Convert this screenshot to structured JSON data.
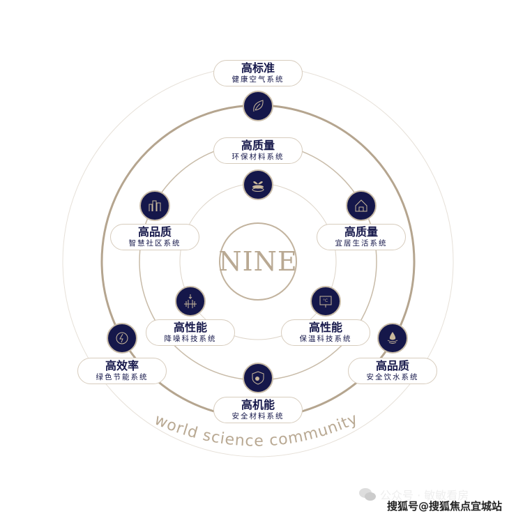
{
  "center_logo": "NINE",
  "tagline": "world science community",
  "colors": {
    "navy": "#15174a",
    "tan": "#b5a58f"
  },
  "nodes": [
    {
      "title": "高标准",
      "subtitle": "健康空气系统",
      "icon": "leaf-icon"
    },
    {
      "title": "高质量",
      "subtitle": "环保材料系统",
      "icon": "sprout-icon"
    },
    {
      "title": "高品质",
      "subtitle": "智慧社区系统",
      "icon": "buildings-icon"
    },
    {
      "title": "高质量",
      "subtitle": "宜居生活系统",
      "icon": "house-icon"
    },
    {
      "title": "高性能",
      "subtitle": "降噪科技系统",
      "icon": "soundwave-icon"
    },
    {
      "title": "高性能",
      "subtitle": "保温科技系统",
      "icon": "thermometer-icon"
    },
    {
      "title": "高效率",
      "subtitle": "绿色节能系统",
      "icon": "energy-icon"
    },
    {
      "title": "高品质",
      "subtitle": "安全饮水系统",
      "icon": "water-drop-icon"
    },
    {
      "title": "高机能",
      "subtitle": "安全材料系统",
      "icon": "shield-icon"
    }
  ],
  "watermark": {
    "wechat": "公众号 · 敏敏看房",
    "sohu": "搜狐号@搜狐焦点宜城站"
  }
}
